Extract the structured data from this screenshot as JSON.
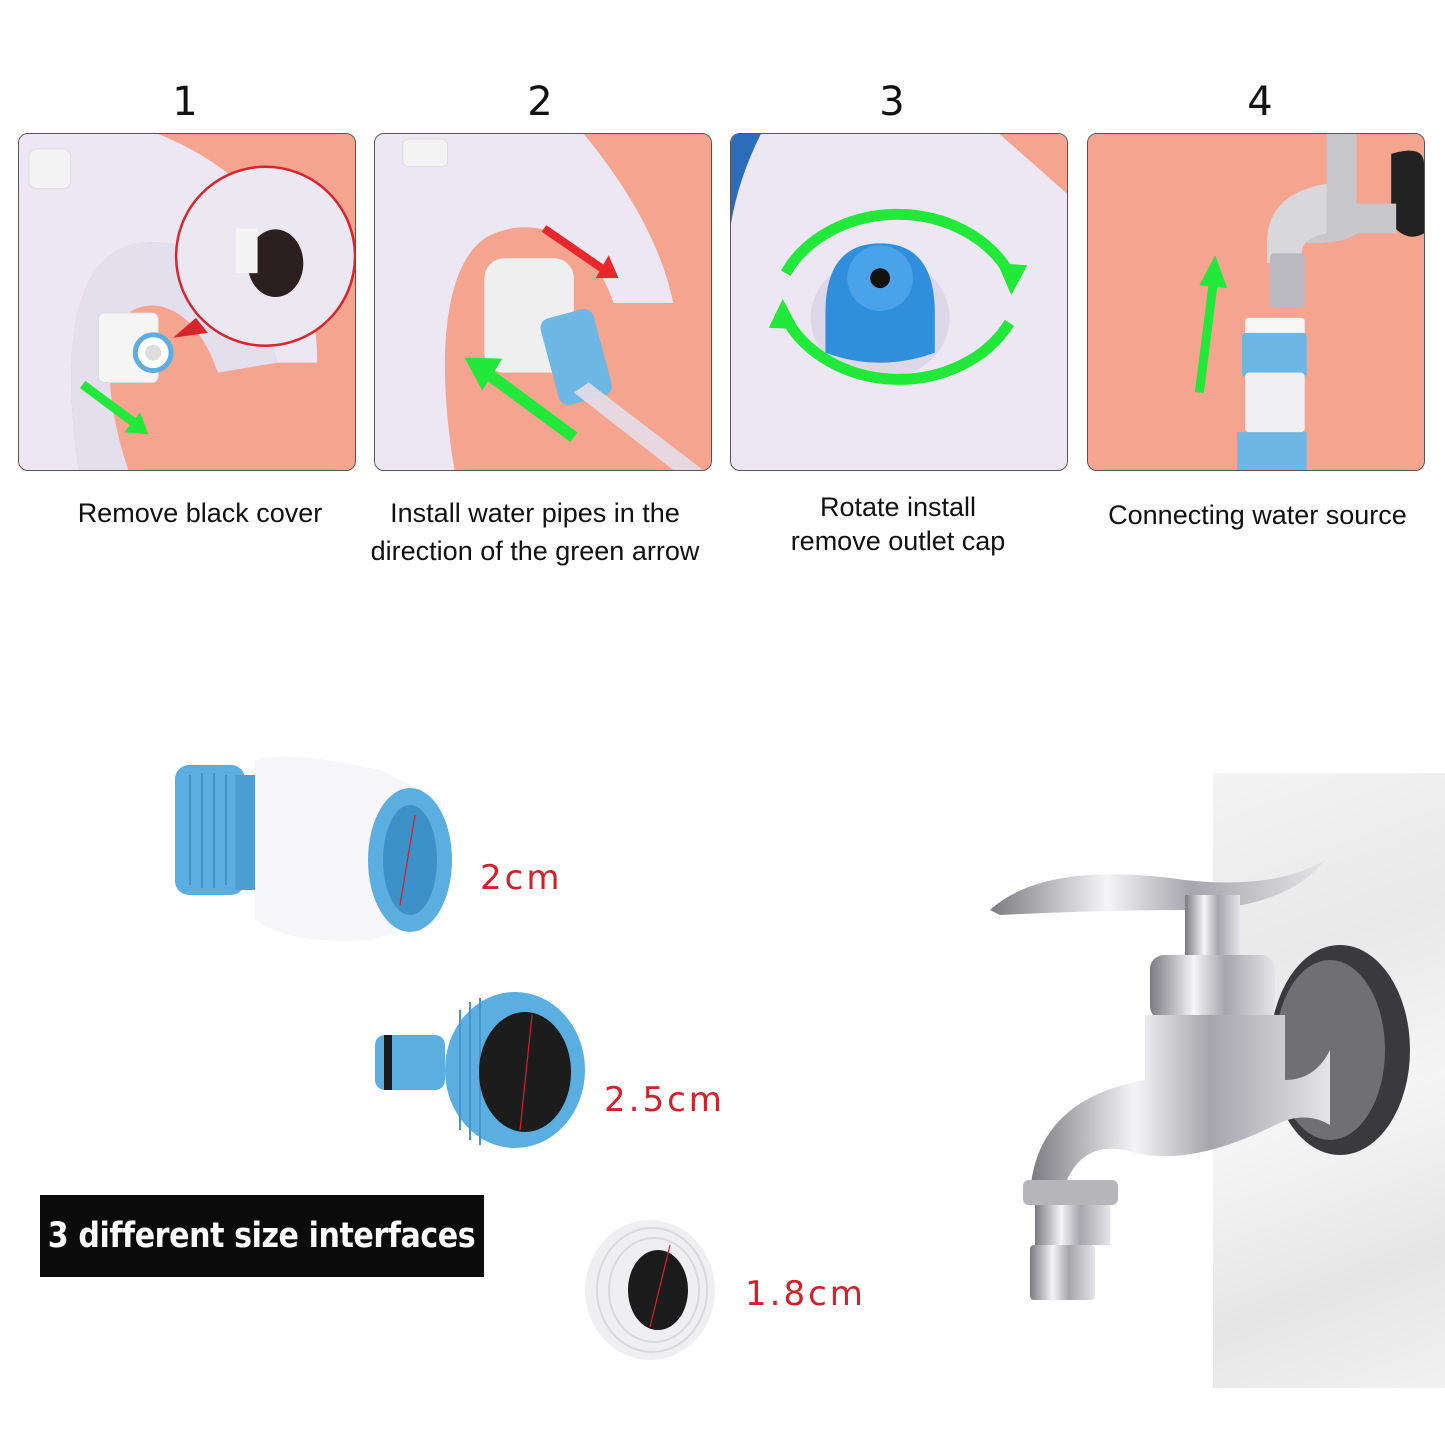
{
  "steps": [
    {
      "number": "1",
      "caption": "Remove black cover",
      "scene": "white base with black rubber cover removed from inlet, magnified red circle inset, green arrow"
    },
    {
      "number": "2",
      "caption": "Install water pipes in the direction of the green arrow",
      "caption_lines": [
        "Install water pipes in the",
        "direction of the green arrow"
      ],
      "scene": "hose connector attached to inlet, red and green arrows"
    },
    {
      "number": "3",
      "caption": "Rotate install remove outlet cap",
      "caption_lines": [
        "Rotate install",
        "remove outlet cap"
      ],
      "scene": "blue outlet cap with circular green rotation arrows"
    },
    {
      "number": "4",
      "caption": "Connecting water source",
      "scene": "hose connector pushed up onto chrome faucet nozzle, green up arrow"
    }
  ],
  "interfaces": {
    "title": "3 different size interfaces",
    "sizes": [
      {
        "label": "2cm",
        "part": "quick connector (blue/white)"
      },
      {
        "label": "2.5cm",
        "part": "blue threaded tap adapter"
      },
      {
        "label": "1.8cm",
        "part": "white threaded reducer"
      }
    ]
  },
  "colors": {
    "background": "#ffffff",
    "panel_salmon": "#f4a48f",
    "arrow_green": "#22e83a",
    "arrow_red": "#e8272c",
    "fitting_blue": "#5aaee0",
    "size_label_red": "#d2202c",
    "badge_bg": "#0b0b0b"
  }
}
